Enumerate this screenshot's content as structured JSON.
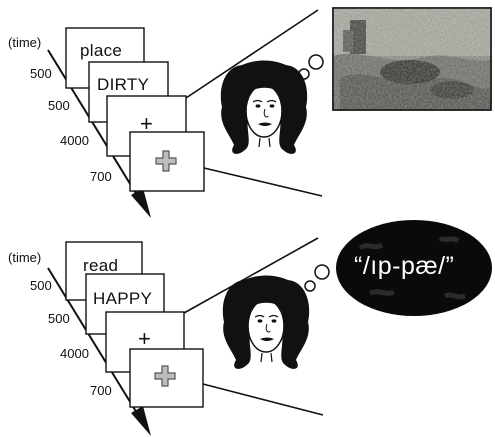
{
  "panels": [
    {
      "time_label": "(time)",
      "durations": [
        "500",
        "500",
        "4000",
        "700"
      ],
      "frames": [
        {
          "kind": "text",
          "text": "place"
        },
        {
          "kind": "text",
          "text": "DIRTY"
        },
        {
          "kind": "text",
          "text": "+"
        },
        {
          "kind": "icon",
          "icon": "fixation-cross-icon"
        }
      ],
      "thought": {
        "kind": "image",
        "content": "photo of a dirty, grimy scene"
      }
    },
    {
      "time_label": "(time)",
      "durations": [
        "500",
        "500",
        "4000",
        "700"
      ],
      "frames": [
        {
          "kind": "text",
          "text": "read"
        },
        {
          "kind": "text",
          "text": "HAPPY"
        },
        {
          "kind": "text",
          "text": "+"
        },
        {
          "kind": "icon",
          "icon": "fixation-cross-icon"
        }
      ],
      "thought": {
        "kind": "speech",
        "text": "“/ıp-pæ/”"
      }
    }
  ],
  "colors": {
    "ink": "#111111",
    "bubble_fill": "#0a0a0a",
    "bubble_text": "#ffffff",
    "photo_mid": "#8a8a82"
  }
}
